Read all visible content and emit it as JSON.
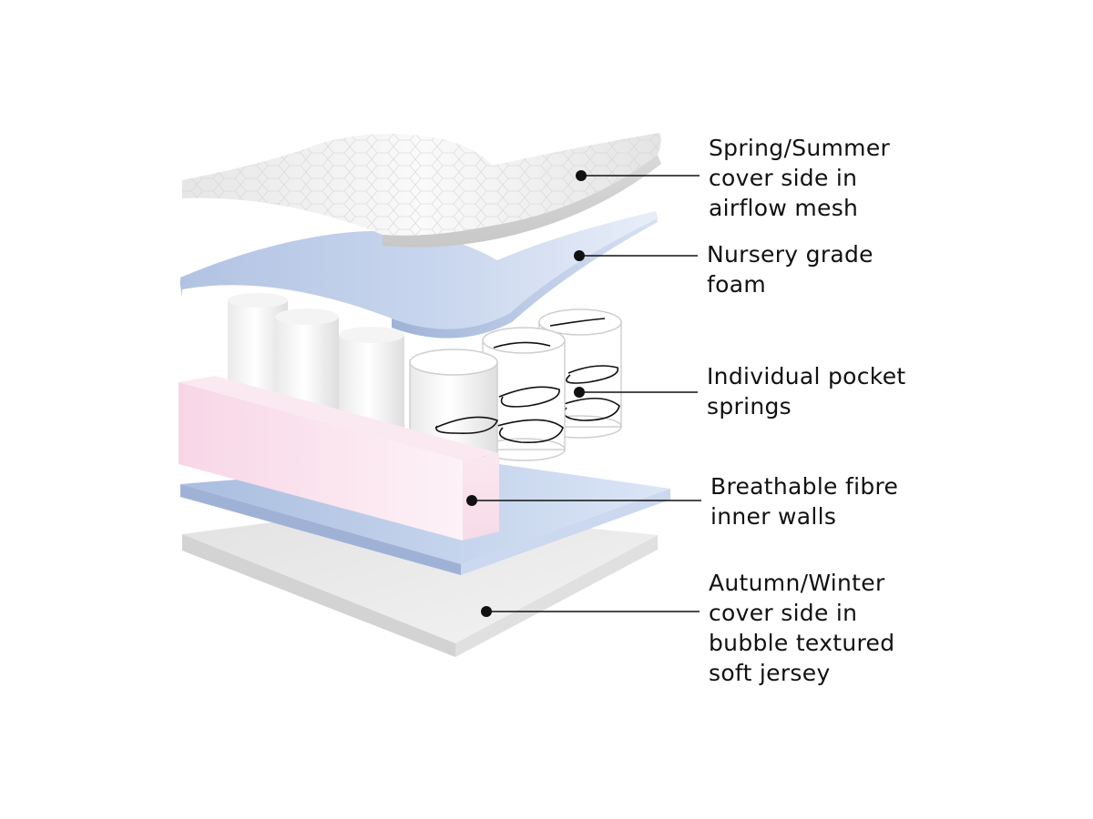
{
  "layers": [
    {
      "id": "spring-summer-cover",
      "label_lines": [
        "Spring/Summer",
        "cover side in",
        "airflow mesh"
      ]
    },
    {
      "id": "nursery-foam",
      "label_lines": [
        "Nursery grade",
        "foam"
      ]
    },
    {
      "id": "pocket-springs",
      "label_lines": [
        "Individual pocket",
        "springs"
      ]
    },
    {
      "id": "fibre-walls",
      "label_lines": [
        "Breathable fibre",
        "inner walls"
      ]
    },
    {
      "id": "autumn-winter-cover",
      "label_lines": [
        "Autumn/Winter",
        "cover side in",
        "bubble textured",
        "soft jersey"
      ]
    }
  ],
  "colors": {
    "mesh_cover": "#f1f1f1",
    "foam": "#bccbe6",
    "fibre_wall": "#f9dbe9",
    "bottom_sheet": "#ebebeb",
    "line": "#111111"
  }
}
